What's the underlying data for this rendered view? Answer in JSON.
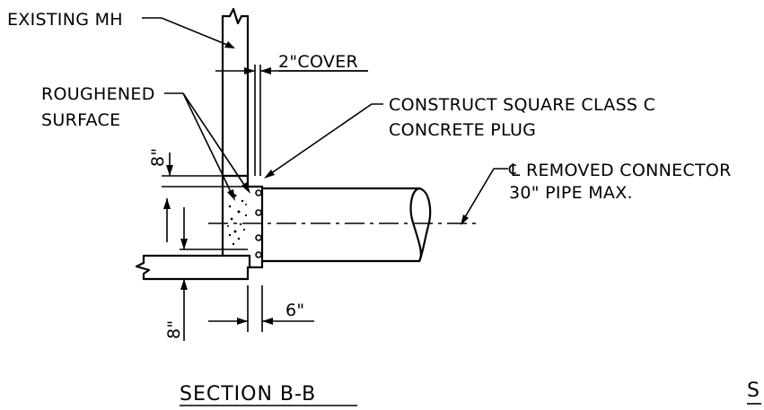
{
  "labels": {
    "existing_mh": "EXISTING MH",
    "cover": "2\"COVER",
    "roughened_1": "ROUGHENED",
    "roughened_2": "SURFACE",
    "plug_1": "CONSTRUCT SQUARE CLASS C",
    "plug_2": "CONCRETE PLUG",
    "connector_1": "REMOVED CONNECTOR",
    "connector_2": "30\" PIPE MAX.",
    "centerline_symbol": "℄",
    "dim_top": "8\"",
    "dim_bottom": "8\"",
    "dim_width": "6\"",
    "section_title": "SECTION B-B",
    "corner_letter": "S"
  },
  "colors": {
    "line": "#000000",
    "background": "#ffffff"
  }
}
